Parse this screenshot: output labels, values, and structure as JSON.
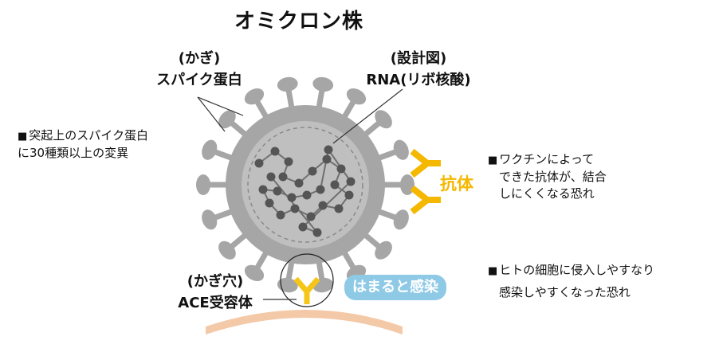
{
  "title": "オミクロン株",
  "spike_label": {
    "line1": "(かぎ)",
    "line2": "スパイク蛋白"
  },
  "rna_label": {
    "line1": "(設計図)",
    "line2": "RNA(リボ核酸)"
  },
  "receptor_label": {
    "line1": "(かぎ穴)",
    "line2": "ACE受容体"
  },
  "antibody_label": "抗体",
  "callout_text": "はまると感染",
  "notes": [
    {
      "bullet": "■",
      "lines": [
        "突起上のスパイク蛋白",
        "に30種類以上の変異"
      ]
    },
    {
      "bullet": "■",
      "lines": [
        "ワクチンによって",
        "できた抗体が、結合",
        "しにくくなる恐れ"
      ]
    },
    {
      "bullet": "■",
      "lines": [
        "ヒトの細胞に侵入しやすなり",
        "感染しやすくなった恐れ"
      ]
    }
  ],
  "colors": {
    "virus_gray": "#a6a6a6",
    "inner_gray": "#bfbfbf",
    "rna_dark": "#555555",
    "antibody_yellow": "#f5b800",
    "cell_membrane": "#f4c9a8",
    "callout_blue": "#8ec9e6"
  }
}
